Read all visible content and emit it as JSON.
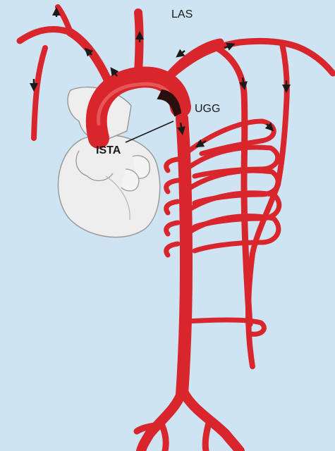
{
  "labels": {
    "las": "LAS",
    "ugg": "UGG",
    "ista": "ISTA"
  },
  "colors": {
    "background": "#cfe4f3",
    "artery": "#d8262c",
    "artery_dark": "#a8141b",
    "artery_light": "#ee6a6a",
    "heart": "#eeeeee",
    "heart_outline": "#9a9a9a",
    "arrow": "#1a1a1a",
    "stenosis": "#2a0f0f"
  },
  "icons": {
    "flow_arrow": "arrow-icon"
  }
}
